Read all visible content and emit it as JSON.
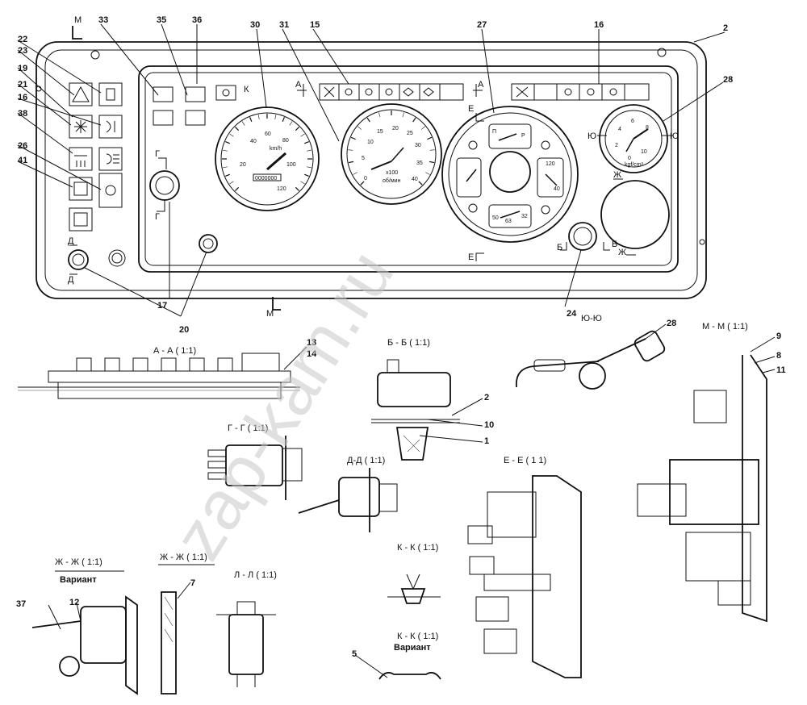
{
  "callouts": {
    "c1": "1",
    "c2": "2",
    "c5": "5",
    "c7": "7",
    "c8": "8",
    "c9": "9",
    "c10": "10",
    "c11": "11",
    "c12": "12",
    "c13": "13",
    "c14": "14",
    "c15": "15",
    "c16a": "16",
    "c16b": "16",
    "c17": "17",
    "c19": "19",
    "c20": "20",
    "c21": "21",
    "c22": "22",
    "c23": "23",
    "c24": "24",
    "c26": "26",
    "c27": "27",
    "c28a": "28",
    "c28b": "28",
    "c30": "30",
    "c31": "31",
    "c33": "33",
    "c35": "35",
    "c36": "36",
    "c37": "37",
    "c38": "38",
    "c41": "41"
  },
  "section_marks": {
    "m_top": "М",
    "m_bottom": "М",
    "a_left": "А",
    "a_right": "А",
    "g_top": "Г",
    "g_bottom": "Г",
    "d_top": "Д",
    "d_bottom": "Д",
    "e_top": "Е",
    "e_bottom": "Е",
    "b_left": "Б",
    "b_right": "Б",
    "yu_left": "Ю",
    "yu_right": "Ю",
    "zh_top": "Ж",
    "zh_bottom": "Ж",
    "k_mark": "К"
  },
  "section_titles": {
    "aa": "А - А ( 1:1)",
    "bb": "Б - Б ( 1:1)",
    "yuyu": "Ю-Ю",
    "mm": "М - М  ( 1:1)",
    "gg": "Г - Г ( 1:1)",
    "dd": "Д-Д ( 1:1)",
    "ee": "Е - Е ( 1 1)",
    "kk": "К - К ( 1:1)",
    "kk2": "К - К  ( 1:1)",
    "kk2_sub": "Вариант",
    "zhzh": "Ж - Ж ( 1:1)",
    "zhzh_sub": "Вариант",
    "zhzh2": "Ж - Ж  ( 1:1)",
    "ll": "Л - Л ( 1:1)"
  },
  "speedometer": {
    "ticks": [
      "20",
      "40",
      "60",
      "80",
      "100",
      "120"
    ],
    "unit": "km/h",
    "odometer": "0000000"
  },
  "tachometer": {
    "ticks": [
      "0",
      "5",
      "10",
      "15",
      "20",
      "25",
      "30",
      "35",
      "40"
    ],
    "unit": "x100",
    "sub": "об/мин"
  },
  "pressure_gauge": {
    "ticks": [
      "0",
      "2",
      "4",
      "6",
      "8",
      "10"
    ],
    "unit": "kgf/cm²"
  },
  "combo_gauge": {
    "labels": [
      "П",
      "Р",
      "120",
      "40",
      "50",
      "63",
      "32"
    ]
  },
  "watermark": "zap-kam.ru",
  "colors": {
    "line": "#111111",
    "watermark": "#c8c8c8",
    "background": "#ffffff"
  }
}
